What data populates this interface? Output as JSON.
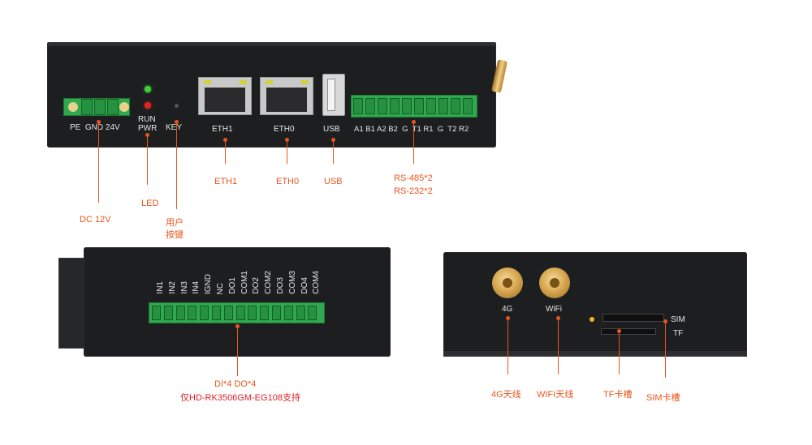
{
  "top_device": {
    "power_label": "PE  GND 24V",
    "led_label": "RUN PWR",
    "led_run": "RUN",
    "led_pwr": "PWR",
    "key_label": "KEY",
    "eth1_label": "ETH1",
    "eth0_label": "ETH0",
    "usb_label": "USB",
    "serial_pins_label": "A1 B1 A2 B2  G  T1 R1  G  T2 R2",
    "colors": {
      "led_green": "#3bd13b",
      "led_red": "#e3241f",
      "terminal": "#2fa84f"
    }
  },
  "bottom_left_device": {
    "io_labels": [
      "IN1",
      "IN2",
      "IN3",
      "IN4",
      "IGND",
      "NC",
      "DO1",
      "COM1",
      "DO2",
      "COM2",
      "DO3",
      "COM3",
      "DO4",
      "COM4"
    ]
  },
  "bottom_right_device": {
    "ant_4g": "4G",
    "ant_wifi": "WiFi",
    "sim_label": "SIM",
    "tf_label": "TF"
  },
  "callouts": {
    "dc": "DC 12V",
    "led": "LED",
    "key_line1": "用户",
    "key_line2": "按键",
    "eth1": "ETH1",
    "eth0": "ETH0",
    "usb": "USB",
    "serial_line1": "RS-485*2",
    "serial_line2": "RS-232*2",
    "io_line1": "DI*4 DO*4",
    "io_line2": "仅HD-RK3506GM-EG108支持",
    "ant4g": "4G天线",
    "antwifi": "WIFI天线",
    "tf": "TF卡槽",
    "sim": "SIM卡槽"
  }
}
